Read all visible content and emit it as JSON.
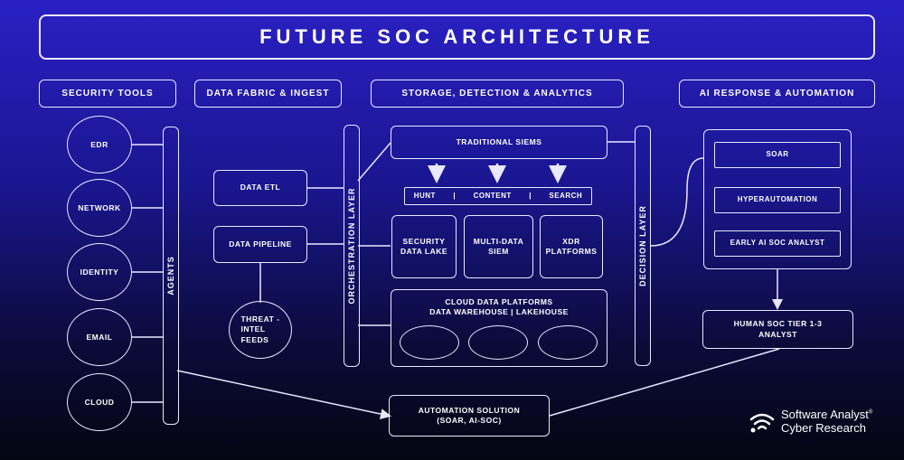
{
  "title": "FUTURE SOC ARCHITECTURE",
  "columns": {
    "security_tools": "SECURITY TOOLS",
    "data_fabric": "DATA FABRIC & INGEST",
    "storage": "STORAGE, DETECTION & ANALYTICS",
    "ai_response": "AI RESPONSE & AUTOMATION"
  },
  "tools": [
    "EDR",
    "NETWORK",
    "IDENTITY",
    "EMAIL",
    "CLOUD"
  ],
  "agents": "AGENTS",
  "data_etl": "DATA ETL",
  "data_pipeline": "DATA PIPELINE",
  "threat_intel": "THREAT -\nINTEL\nFEEDS",
  "orchestration_layer": "ORCHESTRATION LAYER",
  "traditional_siems": "TRADITIONAL SIEMS",
  "hunt": "HUNT",
  "content": "CONTENT",
  "search": "SEARCH",
  "sep": "|",
  "security_data_lake": "SECURITY\nDATA LAKE",
  "multi_data_siem": "MULTI-DATA\nSIEM",
  "xdr_platforms": "XDR\nPLATFORMS",
  "cloud_platforms": "CLOUD DATA PLATFORMS\nDATA WAREHOUSE | LAKEHOUSE",
  "decision_layer": "DECISION LAYER",
  "soar": "SOAR",
  "hyperautomation": "HYPERAUTOMATION",
  "early_ai": "EARLY AI SOC ANALYST",
  "human_soc": "HUMAN SOC TIER 1-3\nANALYST",
  "automation_solution": "AUTOMATION SOLUTION\n(SOAR, AI-SOC)",
  "logo": {
    "line1": "Software Analyst",
    "reg": "®",
    "line2": "Cyber Research"
  },
  "colors": {
    "stroke": "#e8e8ff",
    "bg_top": "#2a20c4",
    "bg_bottom": "#050512"
  }
}
